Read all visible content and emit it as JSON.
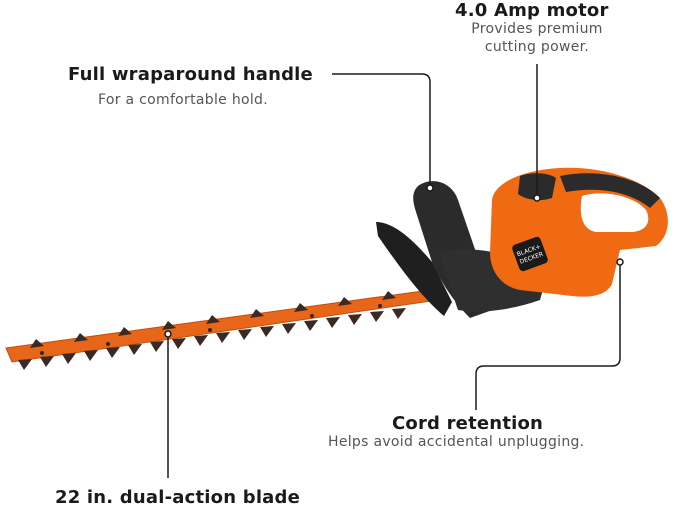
{
  "callouts": {
    "handle": {
      "title": "Full wraparound handle",
      "subtitle": "For a comfortable hold."
    },
    "motor": {
      "title": "4.0 Amp motor",
      "subtitle_line1": "Provides premium",
      "subtitle_line2": "cutting power."
    },
    "cord": {
      "title": "Cord retention",
      "subtitle": "Helps avoid accidental unplugging."
    },
    "blade": {
      "title": "22 in. dual-action blade"
    }
  },
  "product": {
    "brand_line1": "BLACK+",
    "brand_line2": "DECKER"
  },
  "colors": {
    "body_orange": "#f06a13",
    "dark_plastic": "#2b2b2b",
    "blade_orange": "#e8661a",
    "text_dark": "#1a1a1a",
    "text_muted": "#555555"
  }
}
